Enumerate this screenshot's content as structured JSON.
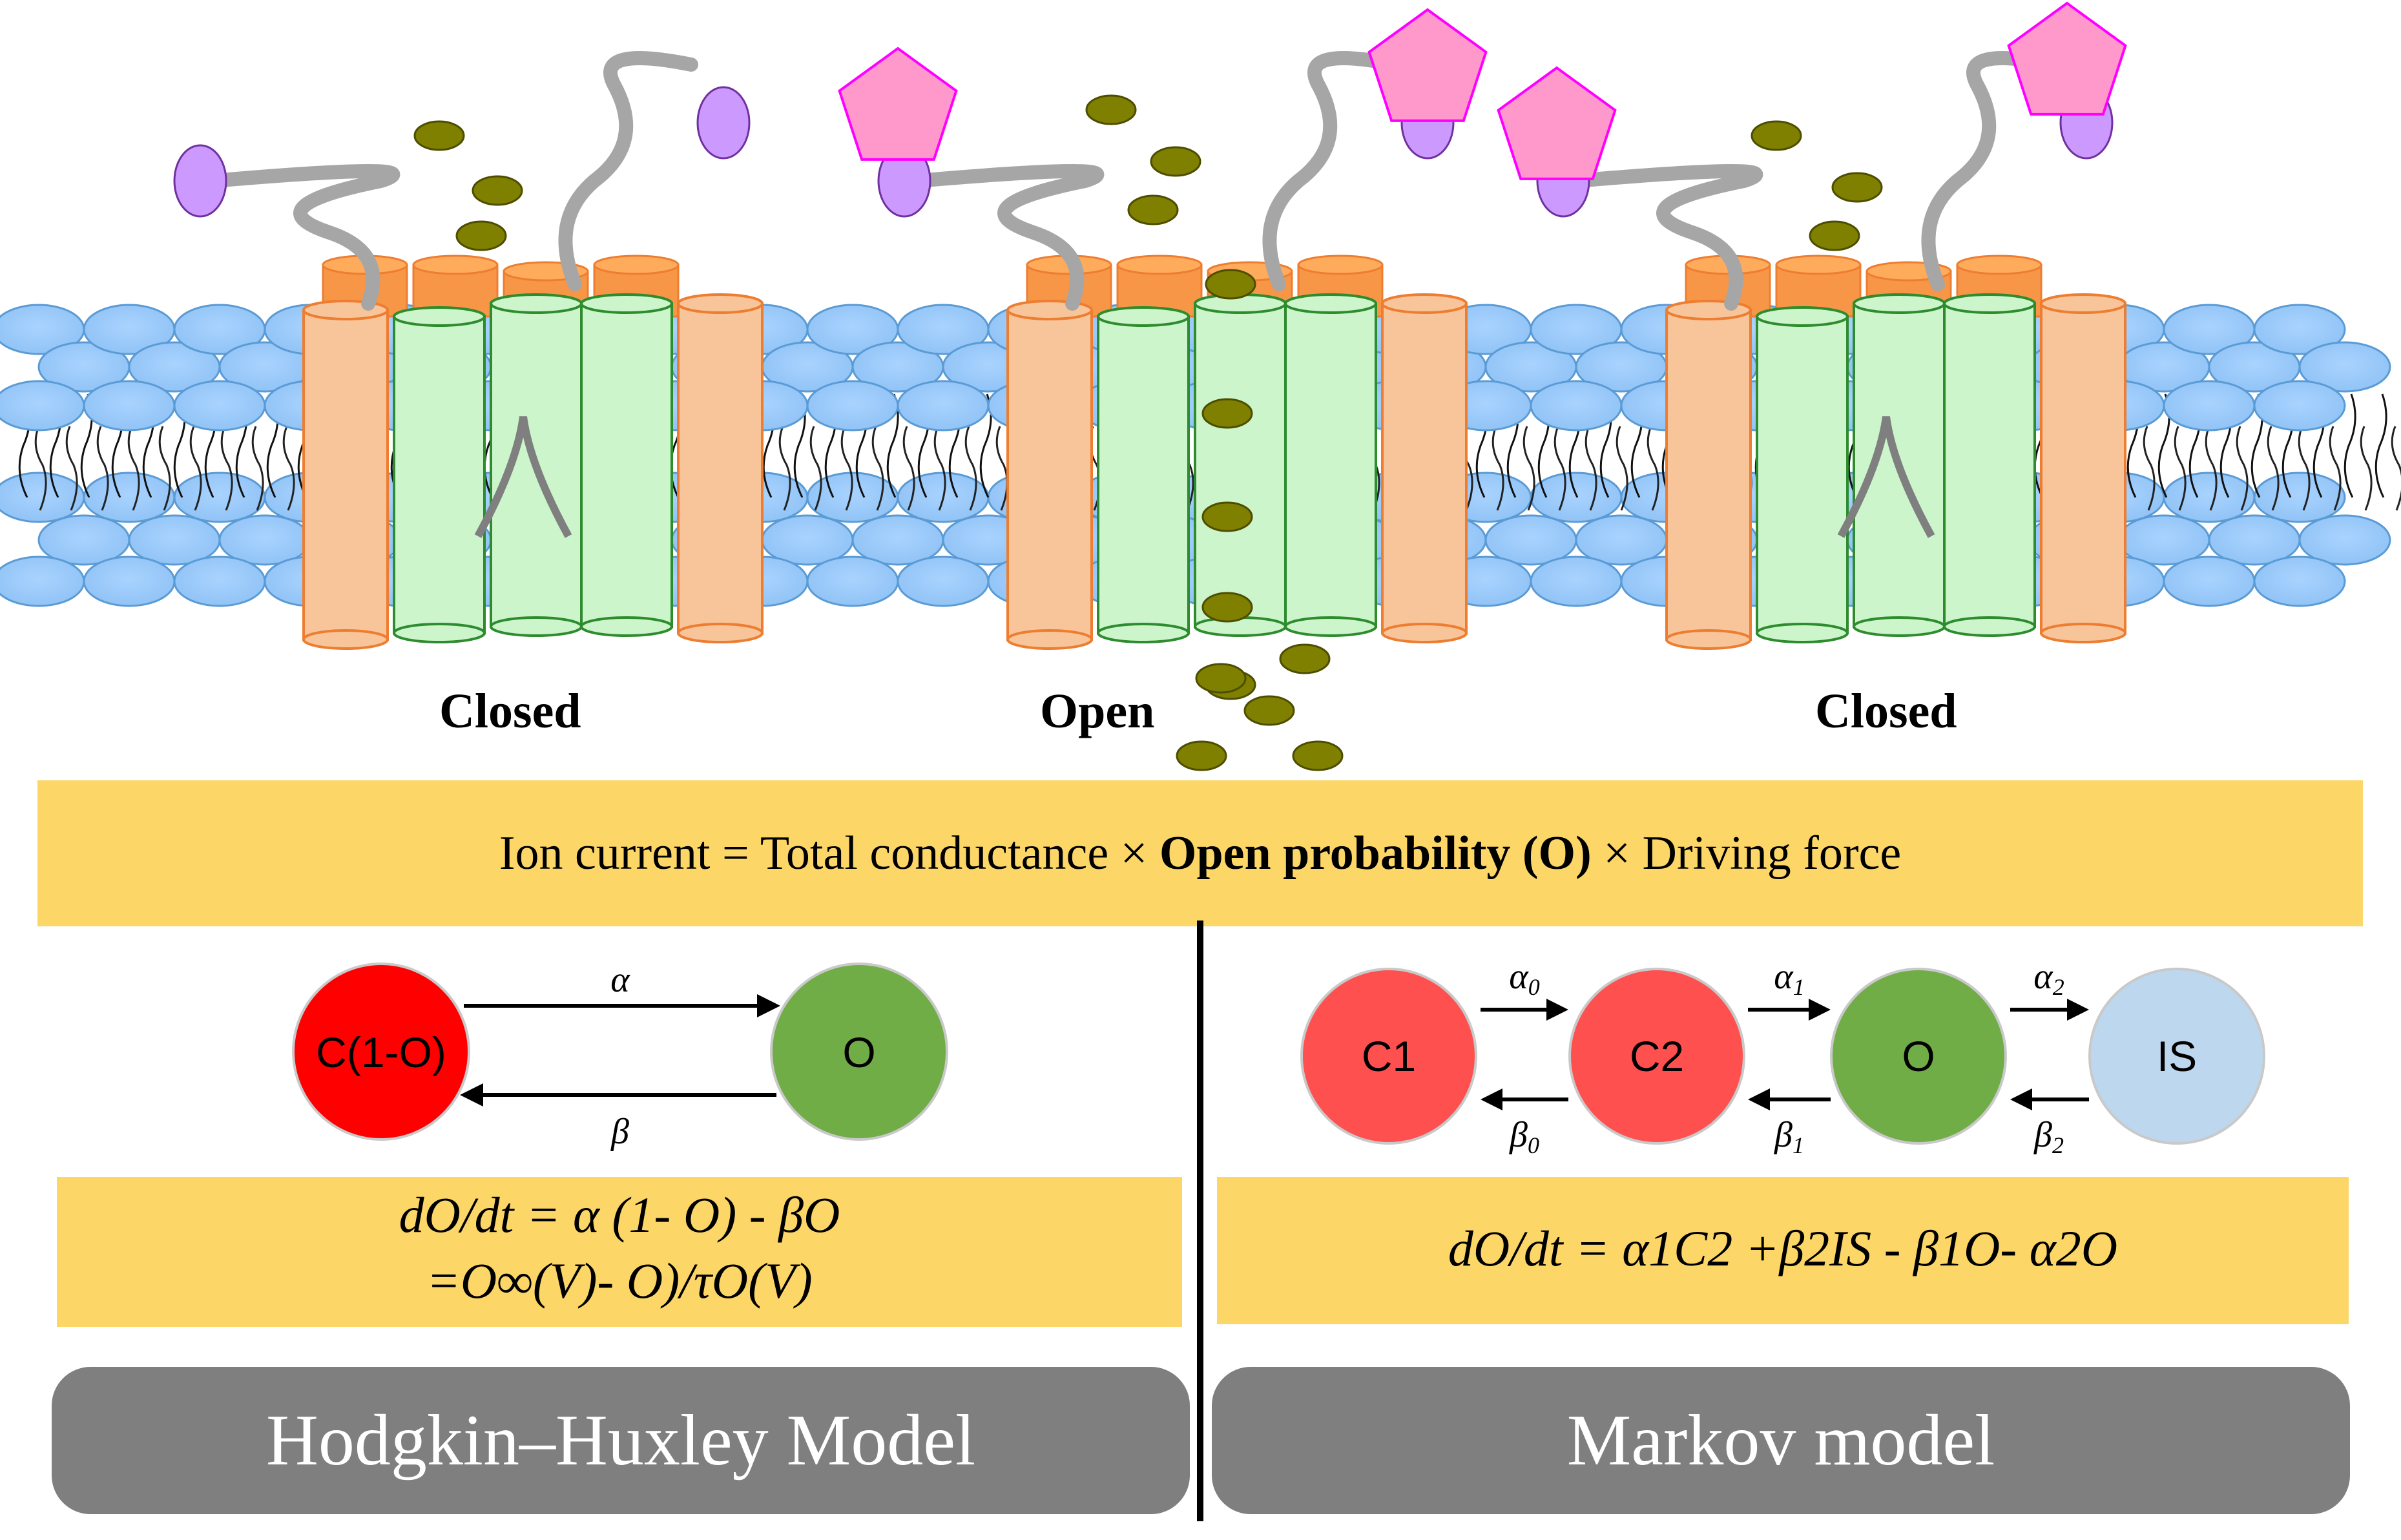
{
  "channels": [
    {
      "state": "Closed"
    },
    {
      "state": "Open"
    },
    {
      "state": "Closed"
    }
  ],
  "current_equation": {
    "prefix": "Ion current = Total conductance × ",
    "bold": "Open probability (O)",
    "suffix": " × Driving force"
  },
  "hh_model": {
    "states": [
      "C(1-O)",
      "O"
    ],
    "rates": {
      "forward": "α",
      "backward": "β"
    },
    "equation_line1": "dO/dt = α (1- O) - βO",
    "equation_line2": "=O∞(V)- O)/τO(V)",
    "title": "Hodgkin–Huxley Model",
    "colors": {
      "closed": "#ff0000",
      "open": "#70ad47"
    }
  },
  "markov_model": {
    "states": [
      "C1",
      "C2",
      "O",
      "IS"
    ],
    "forward_rates": [
      "α0",
      "α1",
      "α2"
    ],
    "backward_rates": [
      "β0",
      "β1",
      "β2"
    ],
    "equation": "dO/dt = α1C2 +β2IS - β1O- α2O",
    "title": "Markov model",
    "colors": {
      "closed": "#ff5050",
      "open": "#70ad47",
      "inactive": "#bdd7ee"
    }
  }
}
